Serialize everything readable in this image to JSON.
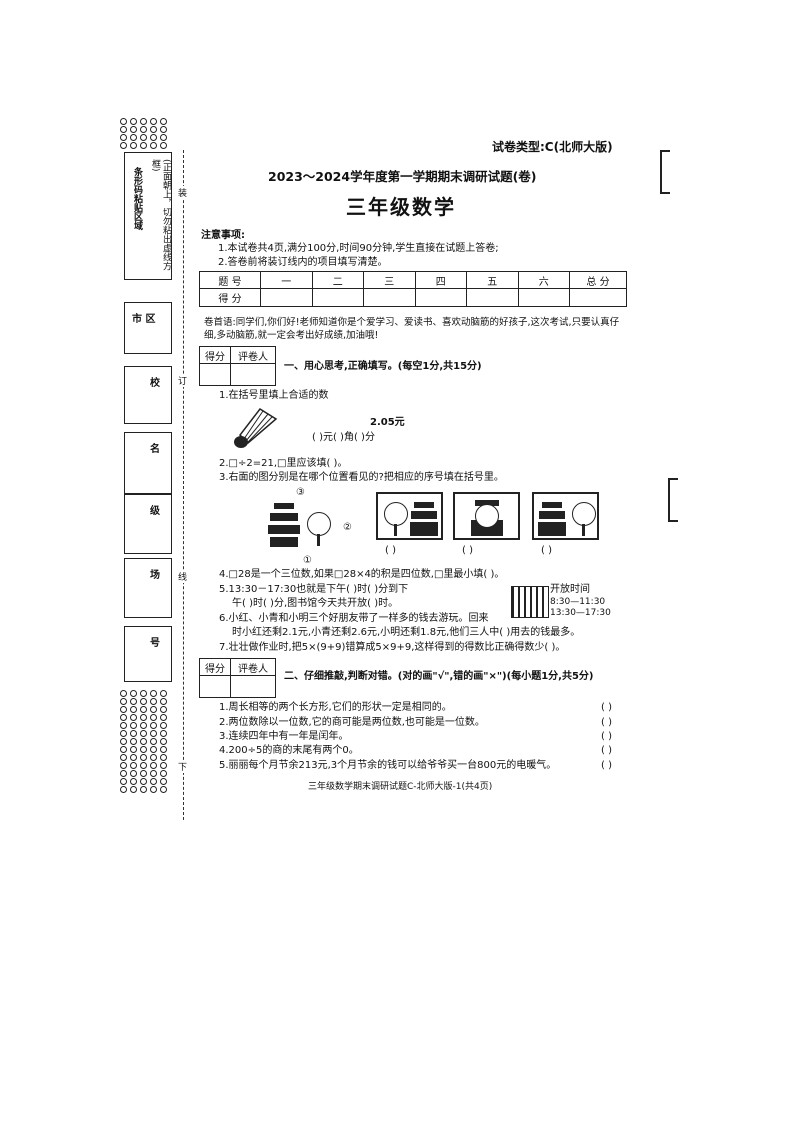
{
  "paper_type": "试卷类型:C(北师大版)",
  "header_title": "2023～2024学年度第一学期期末调研试题(卷)",
  "subject": "三年级数学",
  "side_notice": "(正面朝上，切勿粘出虚线方框)",
  "side_notice2": "条形码粘贴区域",
  "cut_marks": {
    "top": "装",
    "mid": "订",
    "mid2": "线",
    "bottom": "下"
  },
  "student_fields": [
    "市 区",
    "校",
    "名",
    "级",
    "场",
    "号"
  ],
  "notes_title": "注意事项:",
  "notes": [
    "1.本试卷共4页,满分100分,时间90分钟,学生直接在试题上答卷;",
    "2.答卷前将装订线内的项目填写清楚。"
  ],
  "score_table": {
    "row1": [
      "题 号",
      "一",
      "二",
      "三",
      "四",
      "五",
      "六",
      "总 分"
    ],
    "row2_label": "得 分"
  },
  "preface": "卷首语:同学们,你们好!老师知道你是个爱学习、爱读书、喜欢动脑筋的好孩子,这次考试,只要认真仔细,多动脑筋,就一定会考出好成绩,加油哦!",
  "grader": {
    "score": "得分",
    "reviewer": "评卷人"
  },
  "section1": {
    "title": "一、用心思考,正确填写。(每空1分,共15分)",
    "q1": "1.在括号里填上合适的数",
    "q1_price": "2.05元",
    "q1_answer": "(        )元(        )角(        )分",
    "q2": "2.□÷2=21,□里应该填(        )。",
    "q3": "3.右面的图分别是在哪个位置看见的?把相应的序号填在括号里。",
    "q3_marks": [
      "③",
      "②",
      "①"
    ],
    "q3_blank": "(    )",
    "q4": "4.□28是一个三位数,如果□28×4的积是四位数,□里最小填(        )。",
    "q5a": "5.13:30－17:30也就是下午(        )时(        )分到下",
    "q5b": "午(        )时(        )分,图书馆今天共开放(        )时。",
    "q6a": "6.小红、小青和小明三个好朋友带了一样多的钱去游玩。回来",
    "q6b": "时小红还剩2.1元,小青还剩2.6元,小明还剩1.8元,他们三人中(        )用去的钱最多。",
    "q7": "7.壮壮做作业时,把5×(9+9)错算成5×9+9,这样得到的得数比正确得数少(        )。",
    "library_title": "开放时间",
    "library_times": [
      "8:30—11:30",
      "13:30—17:30"
    ]
  },
  "section2": {
    "title": "二、仔细推敲,判断对错。(对的画\"√\",错的画\"×\")(每小题1分,共5分)",
    "items": [
      "1.周长相等的两个长方形,它们的形状一定是相同的。",
      "2.两位数除以一位数,它的商可能是两位数,也可能是一位数。",
      "3.连续四年中有一年是闰年。",
      "4.200÷5的商的末尾有两个0。",
      "5.丽丽每个月节余213元,3个月节余的钱可以给爷爷买一台800元的电暖气。"
    ],
    "answer_blank": "(    )"
  },
  "footer": "三年级数学期末调研试题C-北师大版-1(共4页)"
}
